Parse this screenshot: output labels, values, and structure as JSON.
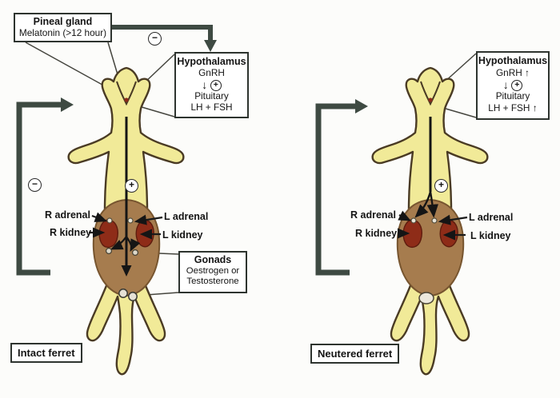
{
  "panels": {
    "left": {
      "pineal_box": {
        "title": "Pineal gland",
        "subtitle": "Melatonin (>12 hour)"
      },
      "hypothalamus_box": {
        "title": "Hypothalamus",
        "hormone": "GnRH",
        "down_arrow": "↓",
        "plus_sign": "+",
        "gland": "Pituitary",
        "hormones2": "LH + FSH"
      },
      "organ_labels": {
        "r_adrenal": "R adrenal",
        "r_kidney": "R kidney",
        "l_adrenal": "L adrenal",
        "l_kidney": "L kidney"
      },
      "gonads_box": {
        "title": "Gonads",
        "line1": "Oestrogen or",
        "line2": "Testosterone"
      },
      "caption": "Intact ferret",
      "feedback_minus_top": "−",
      "feedback_minus_side": "−",
      "stimulation_plus": "+"
    },
    "right": {
      "hypothalamus_box": {
        "title": "Hypothalamus",
        "hormone": "GnRH",
        "hormone_up_arrow": "↑",
        "down_arrow": "↓",
        "plus_sign": "+",
        "gland": "Pituitary",
        "hormones2": "LH + FSH",
        "hormones2_up_arrow": "↑"
      },
      "organ_labels": {
        "r_adrenal": "R adrenal",
        "r_kidney": "R kidney",
        "l_adrenal": "L adrenal",
        "l_kidney": "L kidney"
      },
      "caption": "Neutered ferret",
      "stimulation_plus": "+"
    }
  },
  "colors": {
    "thick_arrow": "#3e4a42",
    "box_border": "#2e342f",
    "ferret_body": "#f1ea98",
    "ferret_outline": "#4a3b24",
    "abdomen": "#a67c4e",
    "kidney": "#8e2c18",
    "line_arrow": "#151515"
  }
}
